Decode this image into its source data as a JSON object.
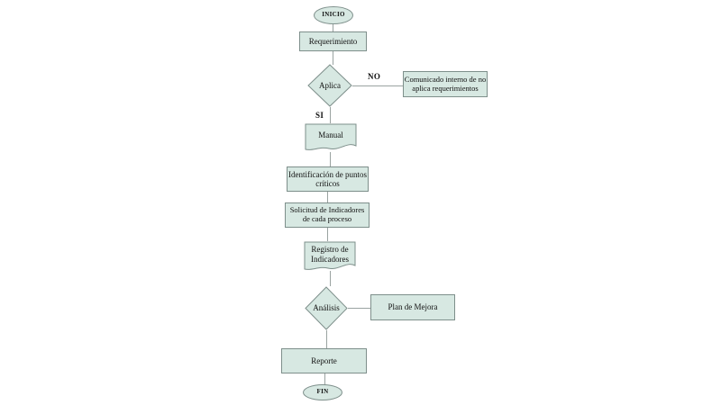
{
  "diagram": {
    "type": "flowchart",
    "language": "es",
    "colors": {
      "shape_fill": "#d7e8e2",
      "shape_border": "#7e8f8b",
      "connector": "#9aa3a1",
      "text": "#111111",
      "background": "#ffffff"
    },
    "nodes": {
      "inicio": "INICIO",
      "requerimiento": "Requerimiento",
      "aplica": "Aplica",
      "comunicado": "Comunicado interno de no aplica requerimientos",
      "manual": "Manual",
      "identificacion": "Identificación de puntos críticos",
      "solicitud": "Solicitud de Indicadores de cada proceso",
      "registro": "Registro de Indicadores",
      "analisis": "Análisis",
      "plan_mejora": "Plan de Mejora",
      "reporte": "Reporte",
      "fin": "FIN"
    },
    "edge_labels": {
      "no": "NO",
      "si": "SI"
    }
  }
}
